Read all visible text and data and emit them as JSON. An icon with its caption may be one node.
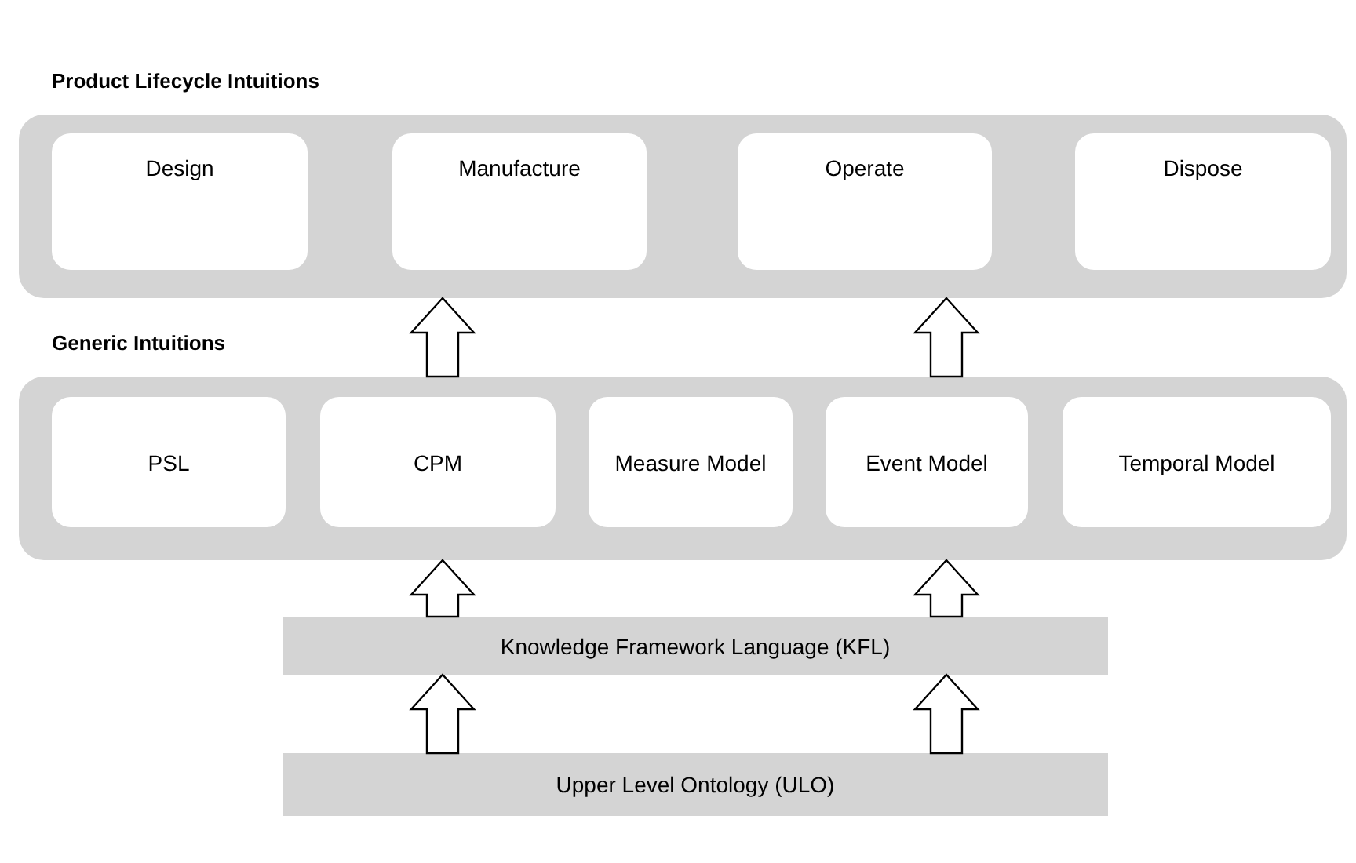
{
  "diagram": {
    "nodes": [
      {
        "text": [
          "Product Lifecycle Intuitions"
        ]
      },
      {
        "text": [
          "Design"
        ],
        "in": 0
      },
      {
        "text": [
          "Manufacture"
        ],
        "in": 0
      },
      {
        "text": [
          "Operate"
        ],
        "in": 0
      },
      {
        "text": [
          "Dispose"
        ],
        "in": 0
      },
      {
        "text": [
          "Generic Intuitions"
        ]
      },
      {
        "text": [
          "PSL"
        ],
        "in": 5
      },
      {
        "text": [
          "CPM"
        ],
        "in": 5
      },
      {
        "text": [
          "Measure Model"
        ],
        "in": 5
      },
      {
        "text": [
          "Event Model"
        ],
        "in": 5
      },
      {
        "text": [
          "Temporal Model"
        ],
        "in": 5
      },
      {
        "text": [
          "Knowledge Framework Language (KFL)"
        ]
      },
      {
        "text": [
          "Upper Level Ontology (ULO)"
        ]
      }
    ],
    "edges": [
      {
        "from": 5,
        "to": 0,
        "arrow": "to"
      },
      {
        "from": 5,
        "to": 0,
        "arrow": "to"
      },
      {
        "from": 11,
        "to": 5,
        "arrow": "to"
      },
      {
        "from": 11,
        "to": 5,
        "arrow": "to"
      },
      {
        "from": 12,
        "to": 11,
        "arrow": "to"
      },
      {
        "from": 12,
        "to": 11,
        "arrow": "to"
      }
    ]
  }
}
